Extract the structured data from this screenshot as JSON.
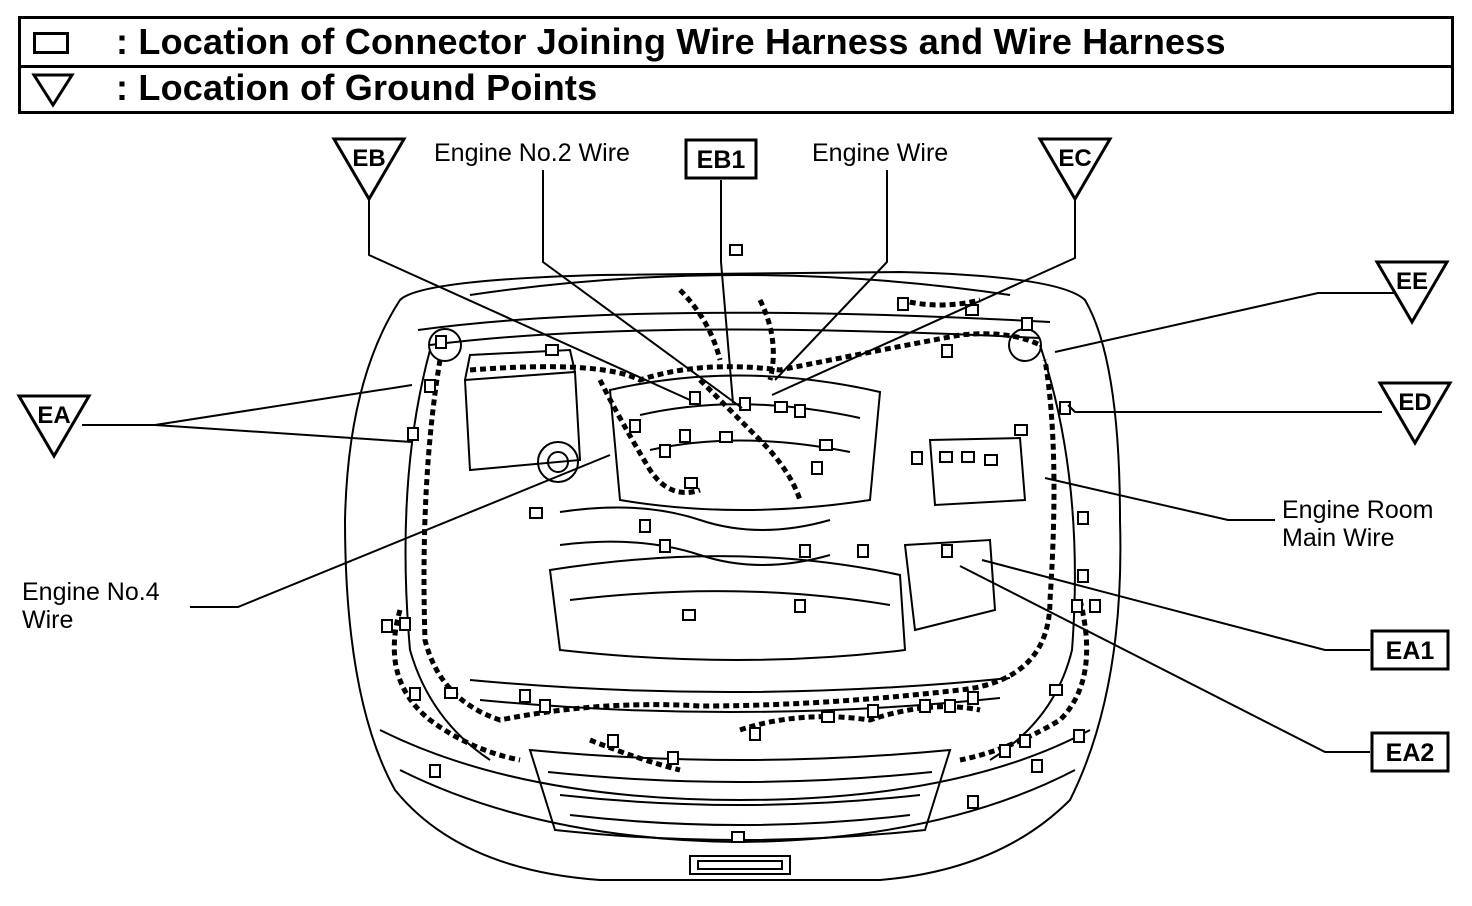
{
  "legend": {
    "connector_text": ": Location of Connector Joining Wire Harness and Wire Harness",
    "ground_text": ": Location of Ground Points"
  },
  "labels": {
    "engine_no2_wire": "Engine No.2 Wire",
    "engine_wire": "Engine Wire",
    "engine_room_main_wire_line1": "Engine Room",
    "engine_room_main_wire_line2": "Main Wire",
    "engine_no4_wire_line1": "Engine No.4",
    "engine_no4_wire_line2": "Wire"
  },
  "ground_points": [
    "EB",
    "EC",
    "EE",
    "ED",
    "EA"
  ],
  "connectors": [
    "EB1",
    "EA1",
    "EA2"
  ]
}
